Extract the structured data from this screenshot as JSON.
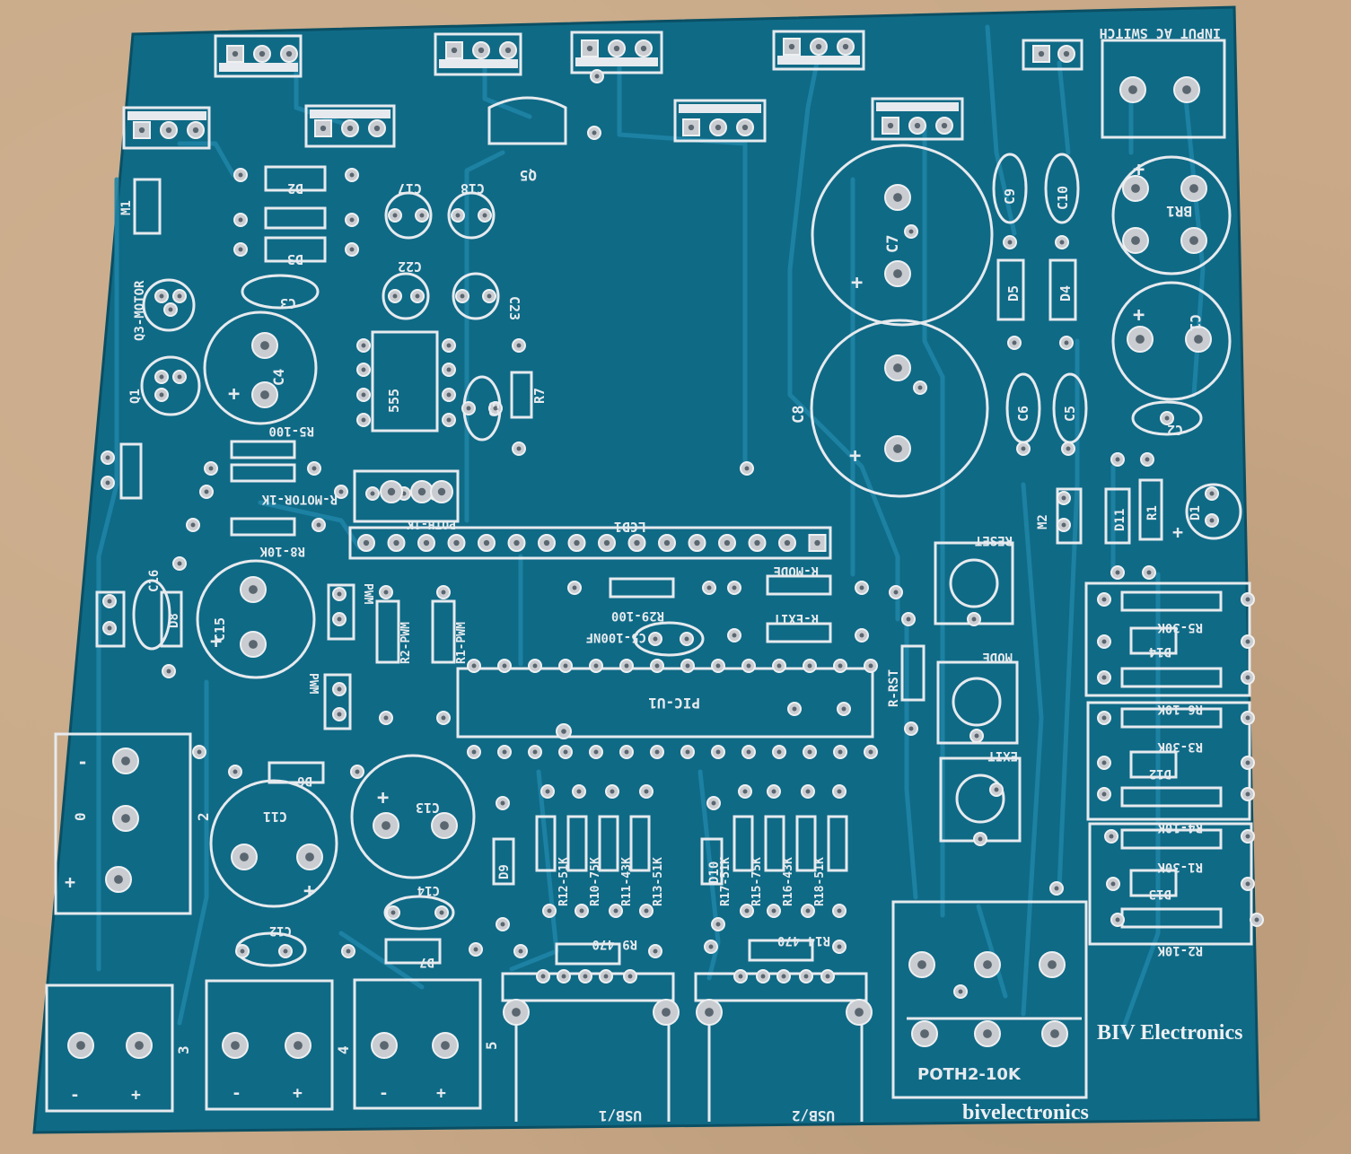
{
  "board": {
    "brand": "BIV Electronics",
    "website": "bivelectronics",
    "colors": {
      "mask": "#0f6a86",
      "trace": "#1d7fa0",
      "silk": "#e6eaee",
      "pad": "#c9ccd0"
    }
  },
  "labels": {
    "input_ac_switch": "INPUT AC SWITCH",
    "q5": "Q5",
    "c17": "C17",
    "c18": "C18",
    "c22": "C22",
    "c23": "C23",
    "d2": "D2",
    "d3": "D3",
    "c3": "C3",
    "c4": "C4",
    "c7": "C7",
    "c8": "C8",
    "c9": "C9",
    "c10": "C10",
    "d5": "D5",
    "d4": "D4",
    "c6": "C6",
    "c5": "C5",
    "br1": "BR1",
    "c1": "C1",
    "c2": "C2",
    "m1": "M1",
    "q3_motor": "Q3-MOTOR",
    "q1": "Q1",
    "u555": "555",
    "r7": "R7",
    "c3b": "C3",
    "r5_10k": "R5-100",
    "r_motor": "R-MOTOR-1K",
    "r8_10k": "R8-10K",
    "poth1": "POTH-1K",
    "lcd1": "LCD1",
    "c16": "C16",
    "c15": "C15",
    "d8": "D8",
    "pwm": "PWM",
    "r2_pwm": "R2-PWM",
    "r1_pwm": "R1-PWM",
    "r_mode": "R-MODE",
    "r29": "R29-100",
    "r_exit": "R-EXIT",
    "c5_100nf": "C5-100NF",
    "pic_u1": "PIC-U1",
    "r_rst": "R-RST",
    "reset": "RESET",
    "mode": "MODE",
    "exit": "EXIT",
    "m2": "M2",
    "d11": "D11",
    "r1b": "R1",
    "d1": "D1",
    "r5_30k": "R5-30K",
    "d14": "D14",
    "r6_10k": "R6-10K",
    "r3_30k": "R3-30K",
    "d12": "D12",
    "r4_10k": "R4-10K",
    "r1_30k": "R1-30K",
    "d13": "D13",
    "r2_10k": "R2-10K",
    "c11": "C11",
    "c13": "C13",
    "c14": "C14",
    "c12": "C12",
    "d6": "D6",
    "d7": "D7",
    "d9": "D9",
    "d10": "D10",
    "r12": "R12-51K",
    "r10": "R10-75K",
    "r11": "R11-43K",
    "r13": "R13-51K",
    "r17": "R17-51K",
    "r15": "R15-75K",
    "r16": "R16-43K",
    "r18": "R18-51K",
    "r9": "R9-470",
    "r14": "R14-470",
    "usb1": "USB/1",
    "usb2": "USB/2",
    "poth2": "POTH2-10K",
    "n2": "2",
    "n3": "3",
    "n4": "4",
    "n5": "5",
    "n0": "0",
    "plus": "+",
    "minus": "-"
  }
}
